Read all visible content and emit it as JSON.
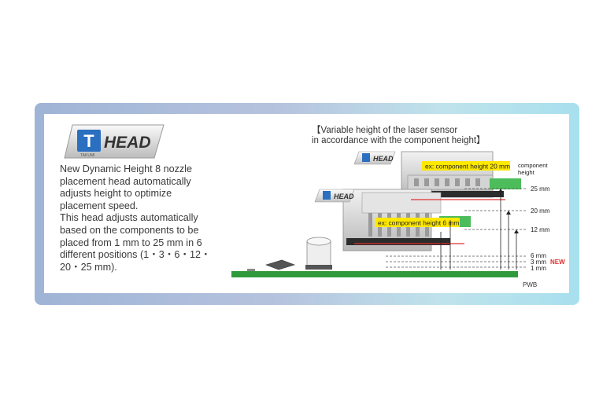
{
  "logo": {
    "mark": "T",
    "brand": "HEAD",
    "sub": "TAKUMI"
  },
  "description": {
    "line1": "New Dynamic Height 8 nozzle",
    "line2": "placement head automatically",
    "line3": "adjusts height to optimize",
    "line4": "placement speed.",
    "line5": "This head adjusts automatically",
    "line6": "based on the components to be",
    "line7": "placed from 1 mm to 25 mm in 6",
    "line8": "different positions (1・3・6・12・",
    "line9": "20・25 mm)."
  },
  "caption": {
    "line1": "【Variable height of the laser sensor",
    "line2": "in accordance with the component height】"
  },
  "diagram": {
    "upper_label": "ex: component height 20 mm",
    "lower_label": "ex: component height 6 mm",
    "component_height_1": "component",
    "component_height_2": "height",
    "heights": [
      "25 mm",
      "20 mm",
      "12 mm",
      "6 mm",
      "3 mm",
      "1 mm"
    ],
    "new_badge": "NEW",
    "pwb": "PWB"
  },
  "colors": {
    "board": "#2f9a3c",
    "highlight": "#ffe800",
    "laser": "#e03030",
    "new": "#e03030"
  }
}
